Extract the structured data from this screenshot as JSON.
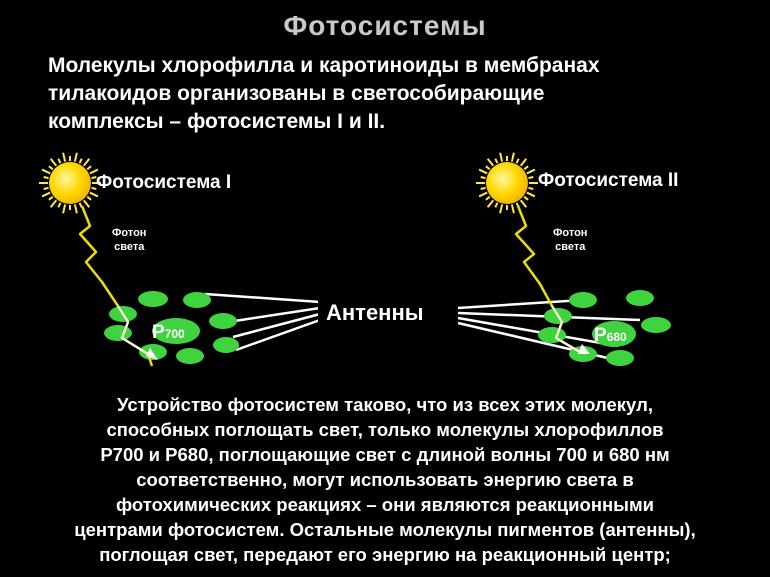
{
  "title": "Фотосистемы",
  "intro_lines": [
    "Молекулы хлорофилла и каротиноиды в мембранах",
    "тилакоидов  организованы в светособирающие",
    "комплексы – фотосистемы I и II."
  ],
  "photosystem_1": {
    "label": "Фотосистема I",
    "photon_line1": "Фотон",
    "photon_line2": "света",
    "center_prefix": "P",
    "center_number": "700"
  },
  "photosystem_2": {
    "label": "Фотосистема II",
    "photon_line1": "Фотон",
    "photon_line2": "света",
    "center_prefix": "P",
    "center_number": "680"
  },
  "antenna_label": "Антенны",
  "bottom_lines": [
    "Устройство фотосистем таково, что из всех этих молекул,",
    "способных  поглощать свет, только молекулы хлорофиллов",
    "Р700 и Р680, поглощающие свет с длиной волны 700 и 680 нм",
    "соответственно, могут использовать  энергию света в",
    "фотохимических реакциях – они являются реакционными",
    "центрами фотосистем. Остальные молекулы пигментов (антенны),",
    "поглощая  свет, передают его энергию на реакционный центр;"
  ],
  "colors": {
    "background": "#000000",
    "title": "#c9c9c9",
    "molecule": "#3fd43f",
    "sun": "#ffdd00",
    "sun_ray": "#ffe84a",
    "photon_path": "#e8e000"
  }
}
